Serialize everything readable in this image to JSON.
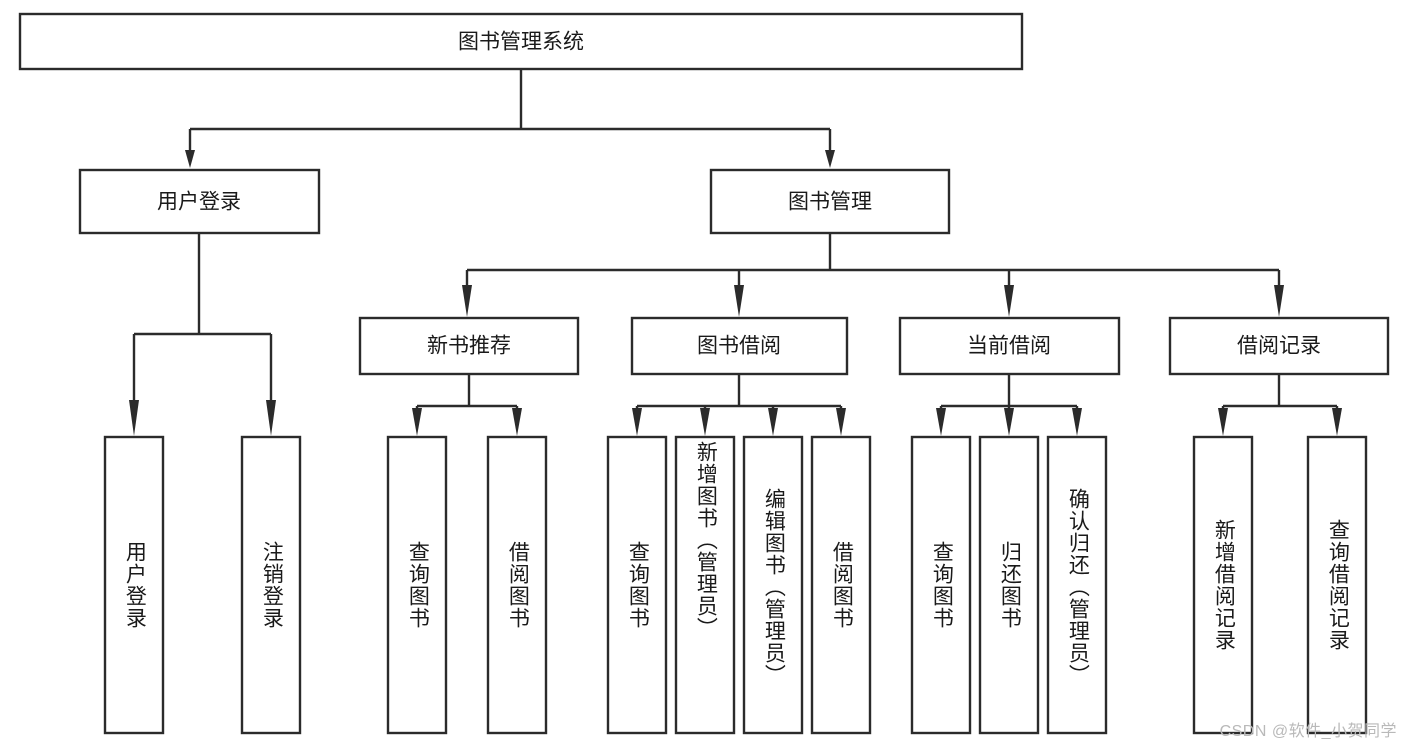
{
  "diagram": {
    "type": "tree-hierarchy-diagram",
    "title": "图书管理系统",
    "background_color": "#ffffff",
    "line_color": "#2b2b2b",
    "box_fill": "#ffffff",
    "levels": 4,
    "root": {
      "id": "root",
      "label": "图书管理系统",
      "children": [
        {
          "id": "user-login",
          "label": "用户登录",
          "children": [
            {
              "id": "user-login-do",
              "label": "用户登录"
            },
            {
              "id": "user-logout",
              "label": "注销登录"
            }
          ]
        },
        {
          "id": "book-manage",
          "label": "图书管理",
          "children": [
            {
              "id": "new-book-rec",
              "label": "新书推荐",
              "children": [
                {
                  "id": "query-book-1",
                  "label": "查询图书"
                },
                {
                  "id": "borrow-book-1",
                  "label": "借阅图书"
                }
              ]
            },
            {
              "id": "book-borrow",
              "label": "图书借阅",
              "children": [
                {
                  "id": "query-book-2",
                  "label": "查询图书"
                },
                {
                  "id": "add-book",
                  "label": "新增图书（管理员）"
                },
                {
                  "id": "edit-book",
                  "label": "编辑图书（管理员）"
                },
                {
                  "id": "borrow-book-2",
                  "label": "借阅图书"
                }
              ]
            },
            {
              "id": "current-borrow",
              "label": "当前借阅",
              "children": [
                {
                  "id": "query-book-3",
                  "label": "查询图书"
                },
                {
                  "id": "return-book",
                  "label": "归还图书"
                },
                {
                  "id": "confirm-return",
                  "label": "确认归还（管理员）"
                }
              ]
            },
            {
              "id": "borrow-record",
              "label": "借阅记录",
              "children": [
                {
                  "id": "add-borrow-record",
                  "label": "新增借阅记录"
                },
                {
                  "id": "query-borrow-record",
                  "label": "查询借阅记录"
                }
              ]
            }
          ]
        }
      ]
    }
  },
  "watermark": {
    "text": "CSDN @软件_小贺同学"
  }
}
